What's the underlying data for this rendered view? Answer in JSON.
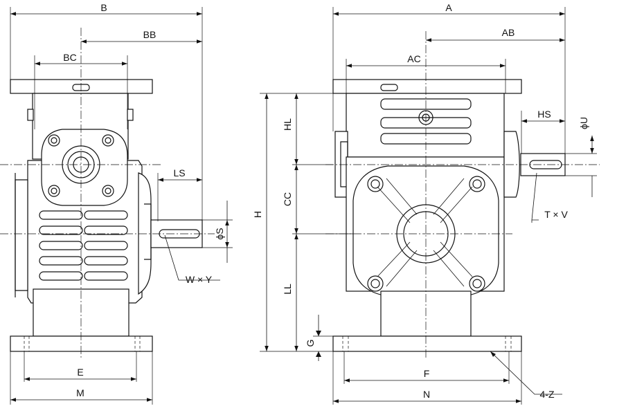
{
  "labels": {
    "B": "B",
    "BB": "BB",
    "BC": "BC",
    "LS": "LS",
    "phiS": "ϕS",
    "WxY": "W × Y",
    "E": "E",
    "M": "M",
    "A": "A",
    "AB": "AB",
    "AC": "AC",
    "HS": "HS",
    "phiU": "ϕU",
    "TxV": "T × V",
    "HL": "HL",
    "CC": "CC",
    "H": "H",
    "LL": "LL",
    "G": "G",
    "F": "F",
    "N": "N",
    "Z": "4-Z"
  }
}
